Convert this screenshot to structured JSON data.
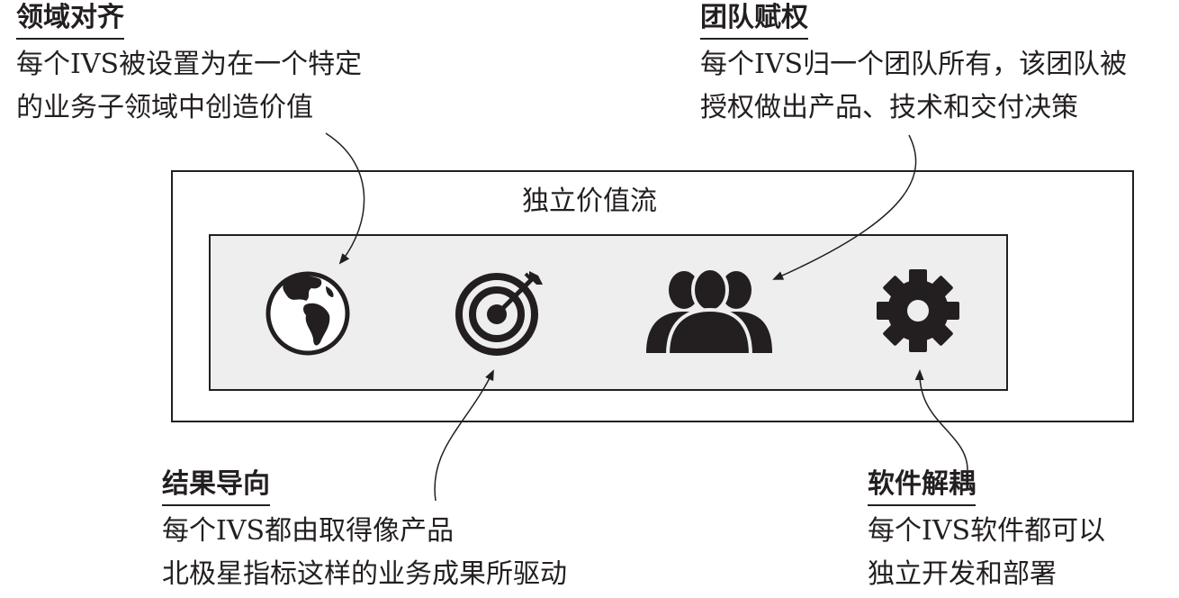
{
  "container": {
    "title": "独立价值流"
  },
  "callouts": {
    "domain_alignment": {
      "title": "领域对齐",
      "lines": [
        "每个IVS被设置为在一个特定",
        "的业务子领域中创造价值"
      ],
      "icon": "globe-icon"
    },
    "team_empowerment": {
      "title": "团队赋权",
      "lines": [
        "每个IVS归一个团队所有，该团队被",
        "授权做出产品、技术和交付决策"
      ],
      "icon": "team-icon"
    },
    "outcome_oriented": {
      "title": "结果导向",
      "lines": [
        "每个IVS都由取得像产品",
        "北极星指标这样的业务成果所驱动"
      ],
      "icon": "target-icon"
    },
    "software_decoupling": {
      "title": "软件解耦",
      "lines": [
        "每个IVS软件都可以",
        "独立开发和部署"
      ],
      "icon": "gear-icon"
    }
  },
  "colors": {
    "ink": "#231f20",
    "panel": "#eeeeee"
  }
}
